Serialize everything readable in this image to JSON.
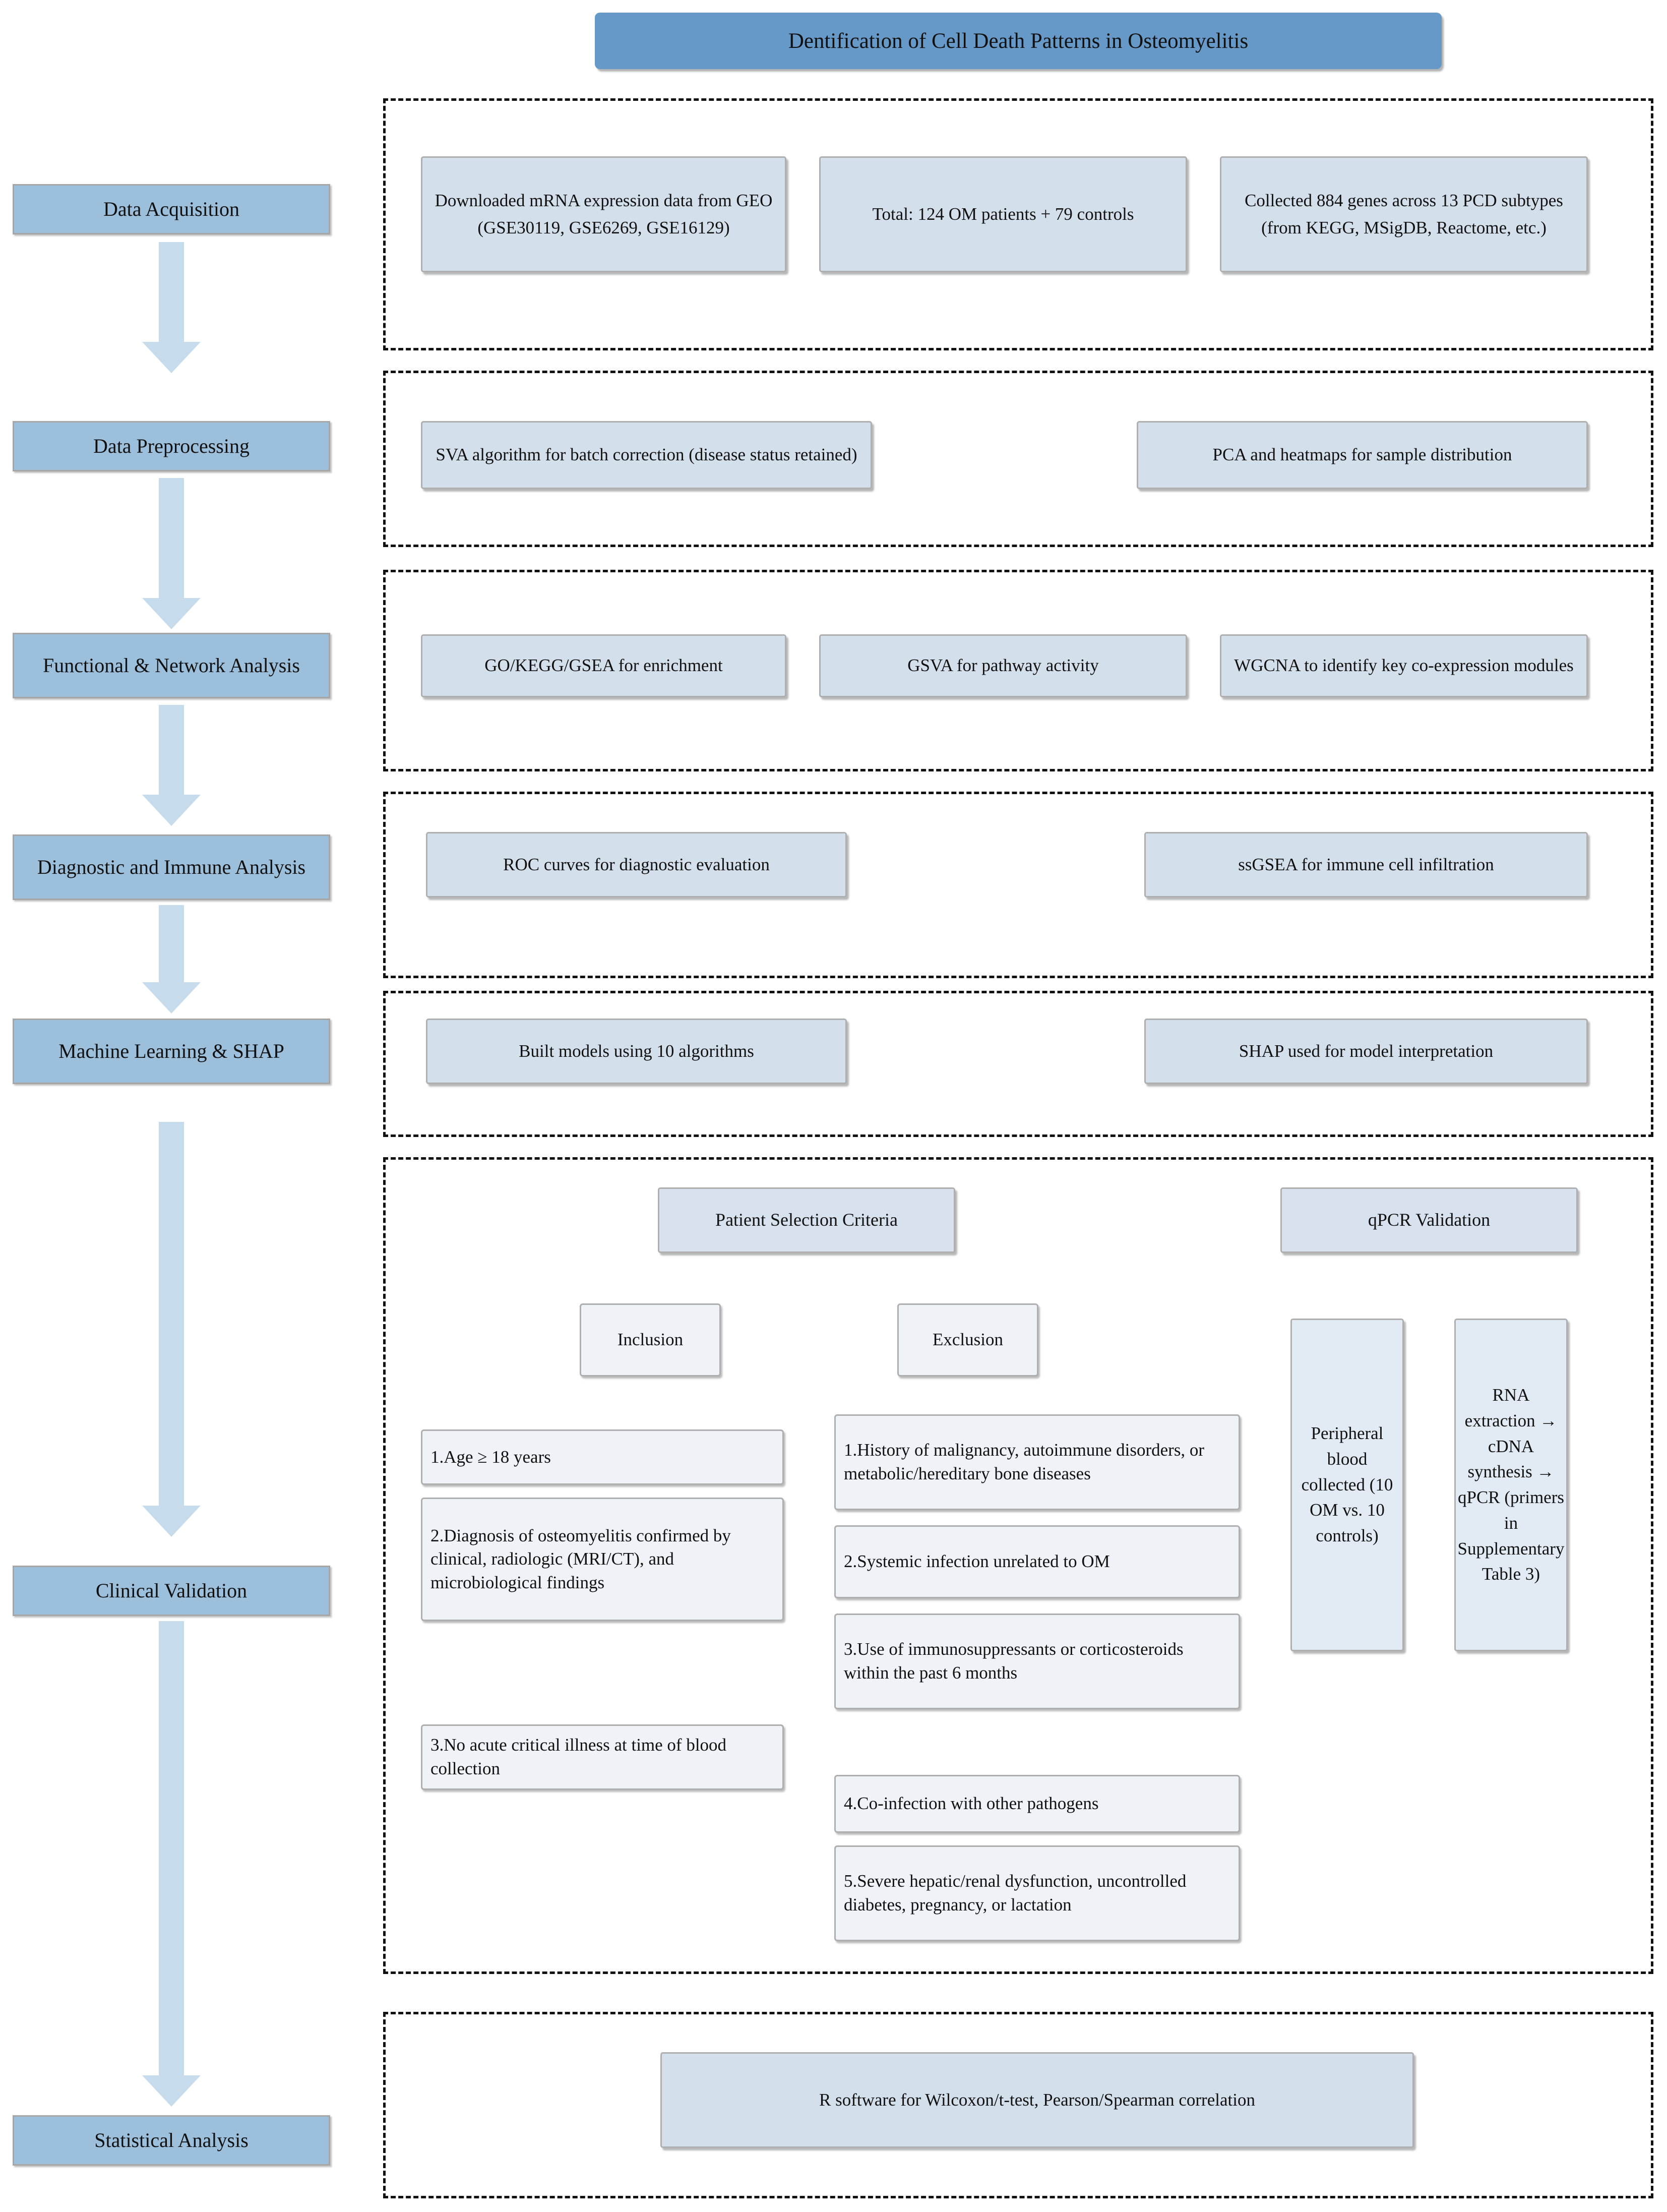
{
  "title": "Dentification of Cell Death Patterns in Osteomyelitis",
  "stages": [
    {
      "label": "Data Acquisition"
    },
    {
      "label": "Data Preprocessing"
    },
    {
      "label": "Functional & Network Analysis"
    },
    {
      "label": "Diagnostic and Immune Analysis"
    },
    {
      "label": "Machine Learning & SHAP"
    },
    {
      "label": "Clinical Validation"
    },
    {
      "label": "Statistical Analysis"
    }
  ],
  "sections": {
    "data_acquisition": {
      "cards": [
        "Downloaded mRNA expression data from GEO (GSE30119, GSE6269, GSE16129)",
        "Total: 124 OM patients + 79 controls",
        "Collected 884 genes across 13 PCD subtypes (from KEGG, MSigDB, Reactome, etc.)"
      ]
    },
    "data_preprocessing": {
      "cards": [
        "SVA algorithm for batch correction (disease status retained)",
        "PCA and heatmaps for sample distribution"
      ]
    },
    "functional_network": {
      "cards": [
        "GO/KEGG/GSEA for enrichment",
        "GSVA for pathway activity",
        "WGCNA to identify key co-expression modules"
      ]
    },
    "diagnostic_immune": {
      "cards": [
        "ROC curves for diagnostic evaluation",
        "ssGSEA for immune cell infiltration"
      ]
    },
    "machine_learning": {
      "cards": [
        "Built models using 10 algorithms",
        "SHAP used for model interpretation"
      ]
    },
    "clinical_validation": {
      "patient_selection_heading": "Patient Selection Criteria",
      "qpcr_heading": "qPCR Validation",
      "inclusion_heading": "Inclusion",
      "exclusion_heading": "Exclusion",
      "inclusion_items": [
        "1.Age ≥ 18 years",
        "2.Diagnosis of osteomyelitis confirmed by clinical, radiologic (MRI/CT), and microbiological findings",
        "3.No acute critical illness at time of blood collection"
      ],
      "exclusion_items": [
        "1.History of malignancy, autoimmune disorders, or metabolic/hereditary bone diseases",
        "2.Systemic infection unrelated to OM",
        "3.Use of immunosuppressants or corticosteroids within the past 6 months",
        "4.Co-infection with other pathogens",
        "5.Severe hepatic/renal dysfunction, uncontrolled diabetes, pregnancy, or lactation"
      ],
      "qpcr_items": [
        "Peripheral blood collected (10 OM vs. 10 controls)",
        "RNA extraction → cDNA synthesis → qPCR (primers in Supplementary Table 3)"
      ]
    },
    "statistical_analysis": {
      "cards": [
        "R software for Wilcoxon/t-test, Pearson/Spearman correlation"
      ]
    }
  },
  "colors": {
    "title_bar": "#6699C8",
    "stage_box": "#9CBFDC",
    "card": "#D4DFEC",
    "card_pale": "#EFF3F8",
    "arrow": "#C6DBEC",
    "panel_border": "#111111"
  }
}
